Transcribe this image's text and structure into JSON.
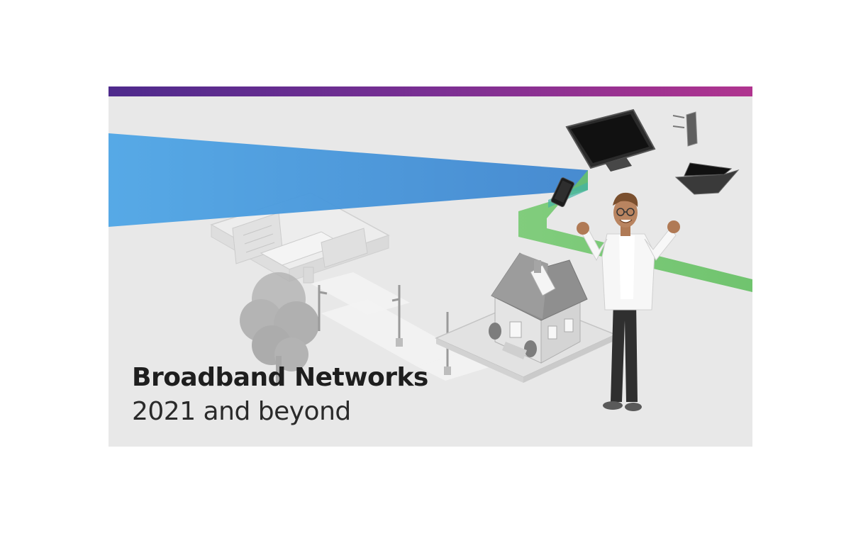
{
  "banner": {
    "title": "Broadband Networks",
    "subtitle": "2021 and beyond"
  },
  "colors": {
    "top_bar_start": "#4e2a8c",
    "top_bar_end": "#b0348f",
    "beam_blue": "#4a90d9",
    "beam_green": "#5cc05a",
    "background": "#e8e8e8"
  },
  "icons": [
    "monitor-icon",
    "router-icon",
    "laptop-icon",
    "smartphone-icon",
    "data-center-illustration",
    "house-illustration",
    "tree-illustration",
    "street-lamp-illustration",
    "person-illustration"
  ]
}
